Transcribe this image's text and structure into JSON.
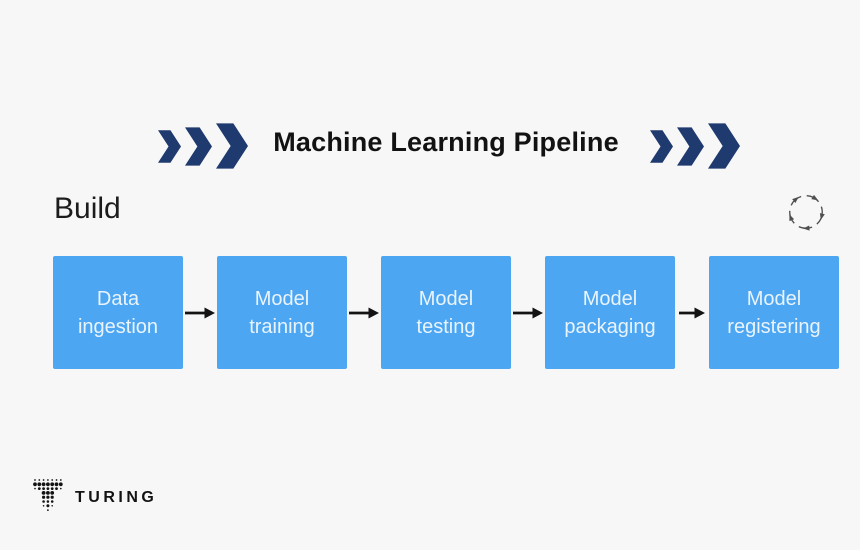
{
  "page": {
    "background_color": "#f7f7f7"
  },
  "header": {
    "title": "Machine Learning Pipeline",
    "chevron_color": "#1e3a6e",
    "left_chevrons_icon": "triple-chevron-right-icon",
    "right_chevrons_icon": "triple-chevron-right-icon"
  },
  "section": {
    "label": "Build",
    "cycle_icon": "iteration-cycle-icon",
    "cycle_icon_color": "#4f4f4f"
  },
  "pipeline": {
    "box_color": "#4da6f1",
    "box_text_color": "#e9f4fe",
    "arrow_color": "#131313",
    "stages": [
      {
        "label": "Data ingestion"
      },
      {
        "label": "Model training"
      },
      {
        "label": "Model testing"
      },
      {
        "label": "Model packaging"
      },
      {
        "label": "Model registering"
      }
    ]
  },
  "footer": {
    "logo_icon": "turing-dot-matrix-t-icon",
    "logo_text": "TURING"
  }
}
